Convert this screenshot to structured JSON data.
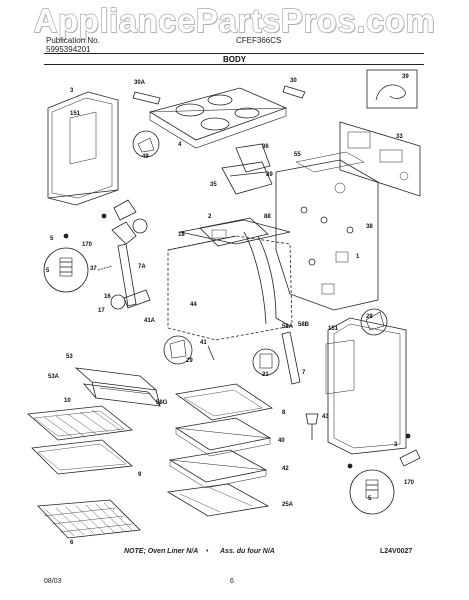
{
  "watermark": "AppliancePartsPros.com",
  "header": {
    "left_line1": "Publication No.",
    "left_line2": "5995394201",
    "model": "CFEF366CS",
    "section_title": "BODY"
  },
  "callouts": {
    "c3": "3",
    "c151": "151",
    "c30a": "30A",
    "c4": "4",
    "c30": "30",
    "c49": "49",
    "c39": "39",
    "c33": "33",
    "c36": "36",
    "c55": "55",
    "c89": "89",
    "c35": "35",
    "c38": "38",
    "c88": "88",
    "c2": "2",
    "c18": "18",
    "c1": "1",
    "c5a": "5",
    "c170a": "170",
    "c5b": "5",
    "c37": "37",
    "c7a": "7A",
    "c16": "16",
    "c17": "17",
    "c41a": "41A",
    "c44": "44",
    "c41": "41",
    "c29": "29",
    "c58a": "58A",
    "c58b": "58B",
    "c151b": "151",
    "c28": "28",
    "c21": "21",
    "c7": "7",
    "c53": "53",
    "c53a": "53A",
    "c58g": "58G",
    "c10": "10",
    "c8": "8",
    "c40": "40",
    "c9": "9",
    "c42": "42",
    "c43": "43",
    "c3b": "3",
    "c5c": "5",
    "c170b": "170",
    "c25a": "25A",
    "c6": "6"
  },
  "footer": {
    "note": "NOTE; Oven Liner N/A",
    "bullet": "•",
    "note_fr": "Ass. du four N/A",
    "figure_code": "L24V0027",
    "date": "08/03",
    "page": "6"
  }
}
